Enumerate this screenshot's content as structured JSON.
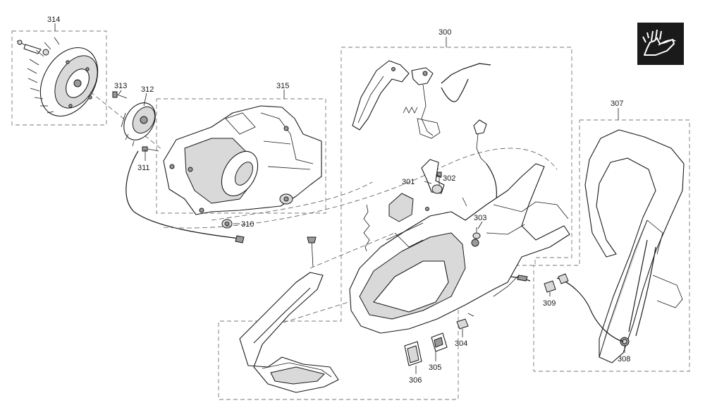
{
  "diagram": {
    "parts": [
      {
        "id": "p300",
        "label": "300"
      },
      {
        "id": "p301",
        "label": "301"
      },
      {
        "id": "p302",
        "label": "302"
      },
      {
        "id": "p303",
        "label": "303"
      },
      {
        "id": "p304",
        "label": "304"
      },
      {
        "id": "p305",
        "label": "305"
      },
      {
        "id": "p306",
        "label": "306"
      },
      {
        "id": "p307",
        "label": "307"
      },
      {
        "id": "p308",
        "label": "308"
      },
      {
        "id": "p309",
        "label": "309"
      },
      {
        "id": "p310",
        "label": "310"
      },
      {
        "id": "p311",
        "label": "311"
      },
      {
        "id": "p312",
        "label": "312"
      },
      {
        "id": "p313",
        "label": "313"
      },
      {
        "id": "p314",
        "label": "314"
      },
      {
        "id": "p315",
        "label": "315"
      }
    ],
    "badge_icon": "hand-glove-icon",
    "colors": {
      "line": "#1a1a1a",
      "badge": "#1a1a1a",
      "box": "#7a7a7a"
    }
  }
}
